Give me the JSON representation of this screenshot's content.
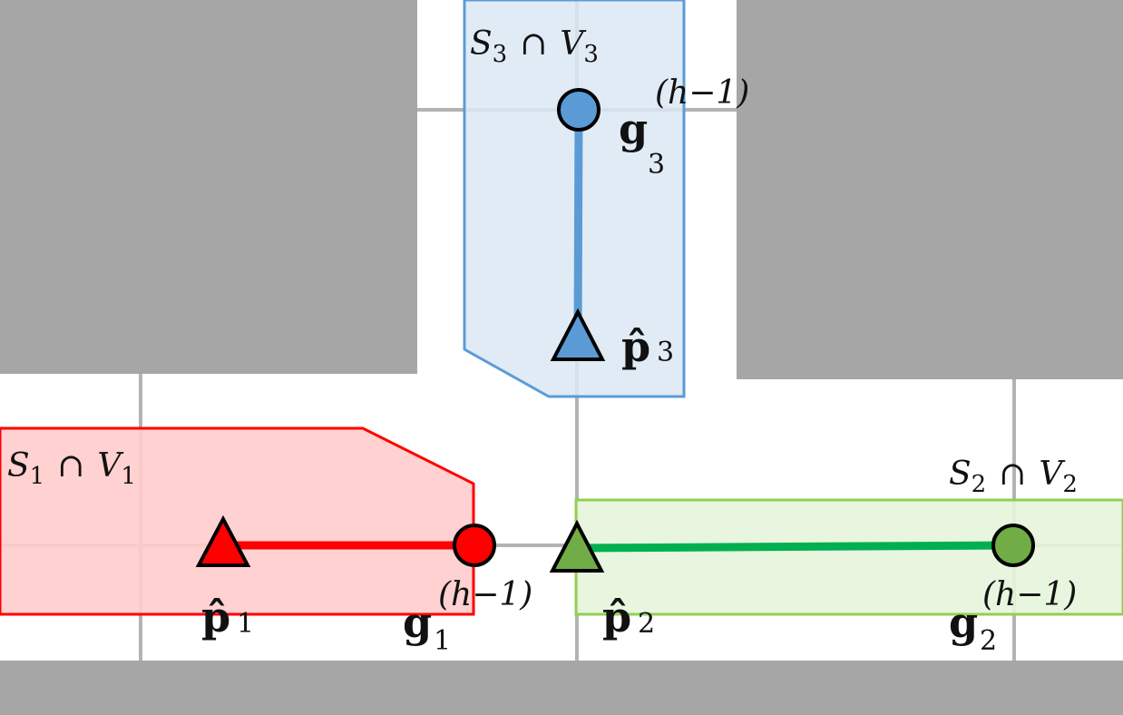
{
  "colors": {
    "obstacle": "#a6a6a6",
    "grid": "#b3b3b3",
    "robot1_fill": "#ffcccc",
    "robot1_stroke": "#ff0000",
    "robot1_marker": "#ff0000",
    "robot2_fill": "#e6f4dc",
    "robot2_stroke": "#92d050",
    "robot2_marker": "#70ad47",
    "robot2_path": "#00b050",
    "robot3_fill": "#dce8f5",
    "robot3_stroke": "#5b9bd5",
    "robot3_marker": "#5b9bd5",
    "outline": "#000000"
  },
  "regions": [
    {
      "id": "region-1",
      "set": "S",
      "set_index": "1",
      "op": "∩",
      "vor": "V",
      "vor_index": "1"
    },
    {
      "id": "region-2",
      "set": "S",
      "set_index": "2",
      "op": "∩",
      "vor": "V",
      "vor_index": "2"
    },
    {
      "id": "region-3",
      "set": "S",
      "set_index": "3",
      "op": "∩",
      "vor": "V",
      "vor_index": "3"
    }
  ],
  "goals": [
    {
      "id": "goal-1",
      "symbol": "g",
      "index": "1",
      "superscript": "(h−1)"
    },
    {
      "id": "goal-2",
      "symbol": "g",
      "index": "2",
      "superscript": "(h−1)"
    },
    {
      "id": "goal-3",
      "symbol": "g",
      "index": "3",
      "superscript": "(h−1)"
    }
  ],
  "positions": [
    {
      "id": "pos-1",
      "symbol": "p̂",
      "index": "1"
    },
    {
      "id": "pos-2",
      "symbol": "p̂",
      "index": "2"
    },
    {
      "id": "pos-3",
      "symbol": "p̂",
      "index": "3"
    }
  ]
}
